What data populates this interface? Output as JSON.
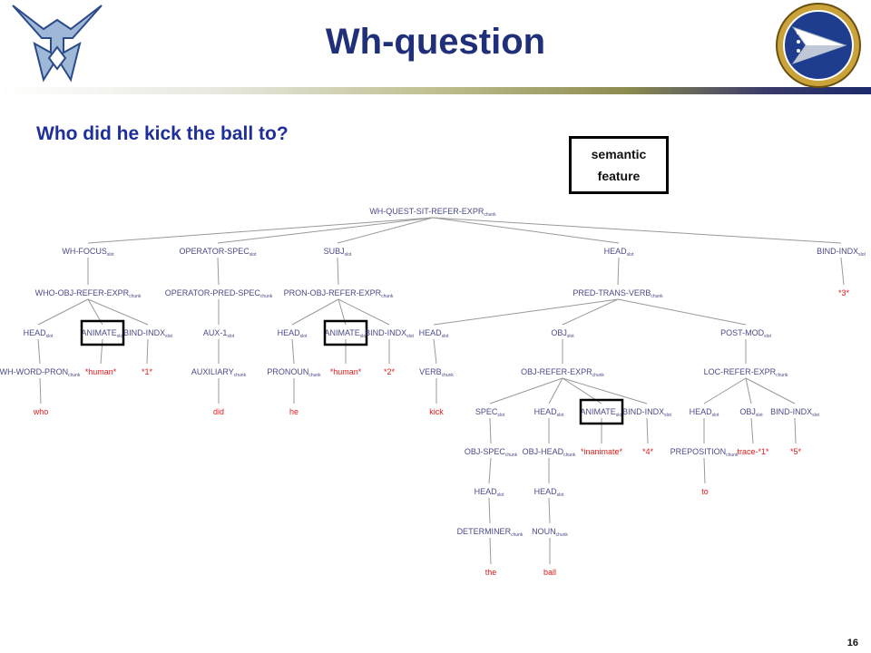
{
  "slide": {
    "title": "Wh-question",
    "question": "Who did he kick the ball to?",
    "legend_lines": [
      "semantic",
      "feature"
    ],
    "page_number": "16"
  },
  "icons": {
    "left_logo": "air-force-wings-icon",
    "right_logo": "air-force-research-laboratory-seal-icon"
  },
  "colors": {
    "title": "#1f2f7a",
    "question": "#1f2f9a",
    "tree_node": "#4a4a88",
    "terminal": "#e21b1b",
    "edge": "#999999"
  },
  "tree": {
    "nodes": [
      {
        "id": "root",
        "text": "WH-QUEST-SIT-REFER-EXPR",
        "sub": "chunk"
      },
      {
        "id": "whfocus",
        "text": "WH-FOCUS",
        "sub": "slot"
      },
      {
        "id": "opspec",
        "text": "OPERATOR-SPEC",
        "sub": "slot"
      },
      {
        "id": "subj",
        "text": "SUBJ",
        "sub": "slot"
      },
      {
        "id": "head1",
        "text": "HEAD",
        "sub": "slot"
      },
      {
        "id": "bind1",
        "text": "BIND-INDX",
        "sub": "slot"
      },
      {
        "id": "bind1v",
        "text": "*3*",
        "terminal": true
      },
      {
        "id": "whoobj",
        "text": "WHO-OBJ-REFER-EXPR",
        "sub": "chunk"
      },
      {
        "id": "wf_head",
        "text": "HEAD",
        "sub": "slot"
      },
      {
        "id": "wf_anim",
        "text": "ANIMATE",
        "sub": "slot",
        "boxed": true
      },
      {
        "id": "wf_bind",
        "text": "BIND-INDX",
        "sub": "slot"
      },
      {
        "id": "whword",
        "text": "WH-WORD-PRON",
        "sub": "chunk"
      },
      {
        "id": "who",
        "text": "who",
        "terminal": true
      },
      {
        "id": "wf_human",
        "text": "*human*",
        "terminal": true
      },
      {
        "id": "wf_1",
        "text": "*1*",
        "terminal": true
      },
      {
        "id": "oppred",
        "text": "OPERATOR-PRED-SPEC",
        "sub": "chunk"
      },
      {
        "id": "aux1",
        "text": "AUX-1",
        "sub": "slot"
      },
      {
        "id": "auxiliary",
        "text": "AUXILIARY",
        "sub": "chunk"
      },
      {
        "id": "did",
        "text": "did",
        "terminal": true
      },
      {
        "id": "pronobj",
        "text": "PRON-OBJ-REFER-EXPR",
        "sub": "chunk"
      },
      {
        "id": "sb_head",
        "text": "HEAD",
        "sub": "slot"
      },
      {
        "id": "sb_anim",
        "text": "ANIMATE",
        "sub": "slot",
        "boxed": true
      },
      {
        "id": "sb_bind",
        "text": "BIND-INDX",
        "sub": "slot"
      },
      {
        "id": "pronoun",
        "text": "PRONOUN",
        "sub": "chunk"
      },
      {
        "id": "he",
        "text": "he",
        "terminal": true
      },
      {
        "id": "sb_human",
        "text": "*human*",
        "terminal": true
      },
      {
        "id": "sb_2",
        "text": "*2*",
        "terminal": true
      },
      {
        "id": "predtrans",
        "text": "PRED-TRANS-VERB",
        "sub": "chunk"
      },
      {
        "id": "pt_head",
        "text": "HEAD",
        "sub": "slot"
      },
      {
        "id": "obj",
        "text": "OBJ",
        "sub": "slot"
      },
      {
        "id": "postmod",
        "text": "POST-MOD",
        "sub": "slot"
      },
      {
        "id": "verb",
        "text": "VERB",
        "sub": "chunk"
      },
      {
        "id": "kick",
        "text": "kick",
        "terminal": true
      },
      {
        "id": "objrefer",
        "text": "OBJ-REFER-EXPR",
        "sub": "chunk"
      },
      {
        "id": "spec",
        "text": "SPEC",
        "sub": "slot"
      },
      {
        "id": "ob_head",
        "text": "HEAD",
        "sub": "slot"
      },
      {
        "id": "ob_anim",
        "text": "ANIMATE",
        "sub": "slot",
        "boxed": true
      },
      {
        "id": "ob_bind",
        "text": "BIND-INDX",
        "sub": "slot"
      },
      {
        "id": "objspec",
        "text": "OBJ-SPEC",
        "sub": "chunk"
      },
      {
        "id": "sp_head",
        "text": "HEAD",
        "sub": "slot"
      },
      {
        "id": "determiner",
        "text": "DETERMINER",
        "sub": "chunk"
      },
      {
        "id": "the",
        "text": "the",
        "terminal": true
      },
      {
        "id": "objhead",
        "text": "OBJ-HEAD",
        "sub": "chunk"
      },
      {
        "id": "oh_head",
        "text": "HEAD",
        "sub": "slot"
      },
      {
        "id": "noun",
        "text": "NOUN",
        "sub": "chunk"
      },
      {
        "id": "ball",
        "text": "ball",
        "terminal": true
      },
      {
        "id": "inanimate",
        "text": "*inanimate*",
        "terminal": true
      },
      {
        "id": "ob_4",
        "text": "*4*",
        "terminal": true
      },
      {
        "id": "locrefer",
        "text": "LOC-REFER-EXPR",
        "sub": "chunk"
      },
      {
        "id": "lc_head",
        "text": "HEAD",
        "sub": "slot"
      },
      {
        "id": "lc_obj",
        "text": "OBJ",
        "sub": "slot"
      },
      {
        "id": "lc_bind",
        "text": "BIND-INDX",
        "sub": "slot"
      },
      {
        "id": "preposition",
        "text": "PREPOSITION",
        "sub": "chunk"
      },
      {
        "id": "to",
        "text": "to",
        "terminal": true
      },
      {
        "id": "trace",
        "text": "trace-*1*",
        "terminal": true
      },
      {
        "id": "lc_5",
        "text": "*5*",
        "terminal": true
      }
    ],
    "edges": [
      [
        "root",
        "whfocus"
      ],
      [
        "root",
        "opspec"
      ],
      [
        "root",
        "subj"
      ],
      [
        "root",
        "head1"
      ],
      [
        "root",
        "bind1"
      ],
      [
        "bind1",
        "bind1v"
      ],
      [
        "whfocus",
        "whoobj"
      ],
      [
        "whoobj",
        "wf_head"
      ],
      [
        "whoobj",
        "wf_anim"
      ],
      [
        "whoobj",
        "wf_bind"
      ],
      [
        "wf_head",
        "whword"
      ],
      [
        "whword",
        "who"
      ],
      [
        "wf_anim",
        "wf_human"
      ],
      [
        "wf_bind",
        "wf_1"
      ],
      [
        "opspec",
        "oppred"
      ],
      [
        "oppred",
        "aux1"
      ],
      [
        "aux1",
        "auxiliary"
      ],
      [
        "auxiliary",
        "did"
      ],
      [
        "subj",
        "pronobj"
      ],
      [
        "pronobj",
        "sb_head"
      ],
      [
        "pronobj",
        "sb_anim"
      ],
      [
        "pronobj",
        "sb_bind"
      ],
      [
        "sb_head",
        "pronoun"
      ],
      [
        "pronoun",
        "he"
      ],
      [
        "sb_anim",
        "sb_human"
      ],
      [
        "sb_bind",
        "sb_2"
      ],
      [
        "head1",
        "predtrans"
      ],
      [
        "predtrans",
        "pt_head"
      ],
      [
        "predtrans",
        "obj"
      ],
      [
        "predtrans",
        "postmod"
      ],
      [
        "pt_head",
        "verb"
      ],
      [
        "verb",
        "kick"
      ],
      [
        "obj",
        "objrefer"
      ],
      [
        "objrefer",
        "spec"
      ],
      [
        "objrefer",
        "ob_head"
      ],
      [
        "objrefer",
        "ob_anim"
      ],
      [
        "objrefer",
        "ob_bind"
      ],
      [
        "spec",
        "objspec"
      ],
      [
        "objspec",
        "sp_head"
      ],
      [
        "sp_head",
        "determiner"
      ],
      [
        "determiner",
        "the"
      ],
      [
        "ob_head",
        "objhead"
      ],
      [
        "objhead",
        "oh_head"
      ],
      [
        "oh_head",
        "noun"
      ],
      [
        "noun",
        "ball"
      ],
      [
        "ob_anim",
        "inanimate"
      ],
      [
        "ob_bind",
        "ob_4"
      ],
      [
        "postmod",
        "locrefer"
      ],
      [
        "locrefer",
        "lc_head"
      ],
      [
        "locrefer",
        "lc_obj"
      ],
      [
        "locrefer",
        "lc_bind"
      ],
      [
        "lc_head",
        "preposition"
      ],
      [
        "preposition",
        "to"
      ],
      [
        "lc_obj",
        "trace"
      ],
      [
        "lc_bind",
        "lc_5"
      ]
    ]
  }
}
